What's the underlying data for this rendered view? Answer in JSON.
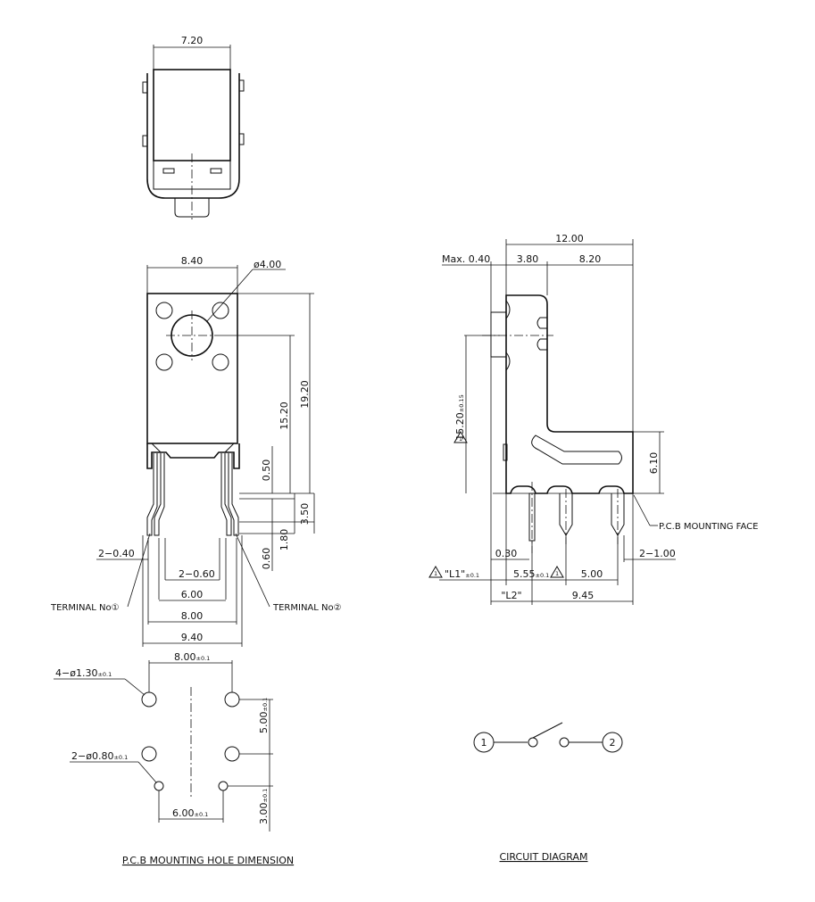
{
  "top_view": {
    "width": "7.20"
  },
  "front_view": {
    "width": "8.40",
    "button_diameter": "ø4.00",
    "height_total": "19.20",
    "height_center": "15.20",
    "d_050": "0.50",
    "d_350": "3.50",
    "d_180": "1.80",
    "d_060": "0.60",
    "pin_width": "2−0.40",
    "pin_spacing_width": "2−0.60",
    "span_600": "6.00",
    "span_800": "8.00",
    "span_940": "9.40",
    "terminal_1": "TERMINAL No①",
    "terminal_2": "TERMINAL No②"
  },
  "side_view": {
    "total": "12.00",
    "max": "Max. 0.40",
    "d_380": "3.80",
    "d_820": "8.20",
    "height": "15.20",
    "height_tol": "±0.15",
    "d_610": "6.10",
    "mounting_face": "P.C.B MOUNTING FACE",
    "d_030": "0.30",
    "pin_count_width": "2−1.00",
    "l1": "\"L1\"",
    "l1_tol": "±0.1",
    "d_555": "5.55",
    "d_555_tol": "±0.1",
    "d_500": "5.00",
    "l2": "\"L2\"",
    "d_945": "9.45"
  },
  "pcb_holes": {
    "mount_holes": "4−ø1.30",
    "mount_holes_tol": "±0.1",
    "pitch_x": "8.00",
    "pitch_x_tol": "±0.1",
    "pitch_y": "5.00",
    "pitch_y_tol": "±0.1",
    "pin_holes": "2−ø0.80",
    "pin_holes_tol": "±0.1",
    "pin_pitch": "6.00",
    "pin_pitch_tol": "±0.1",
    "pin_offset": "3.00",
    "pin_offset_tol": "±0.1",
    "caption": "P.C.B MOUNTING HOLE DIMENSION"
  },
  "circuit": {
    "terminal_a": "1",
    "terminal_b": "2",
    "caption": "CIRCUIT DIAGRAM"
  }
}
